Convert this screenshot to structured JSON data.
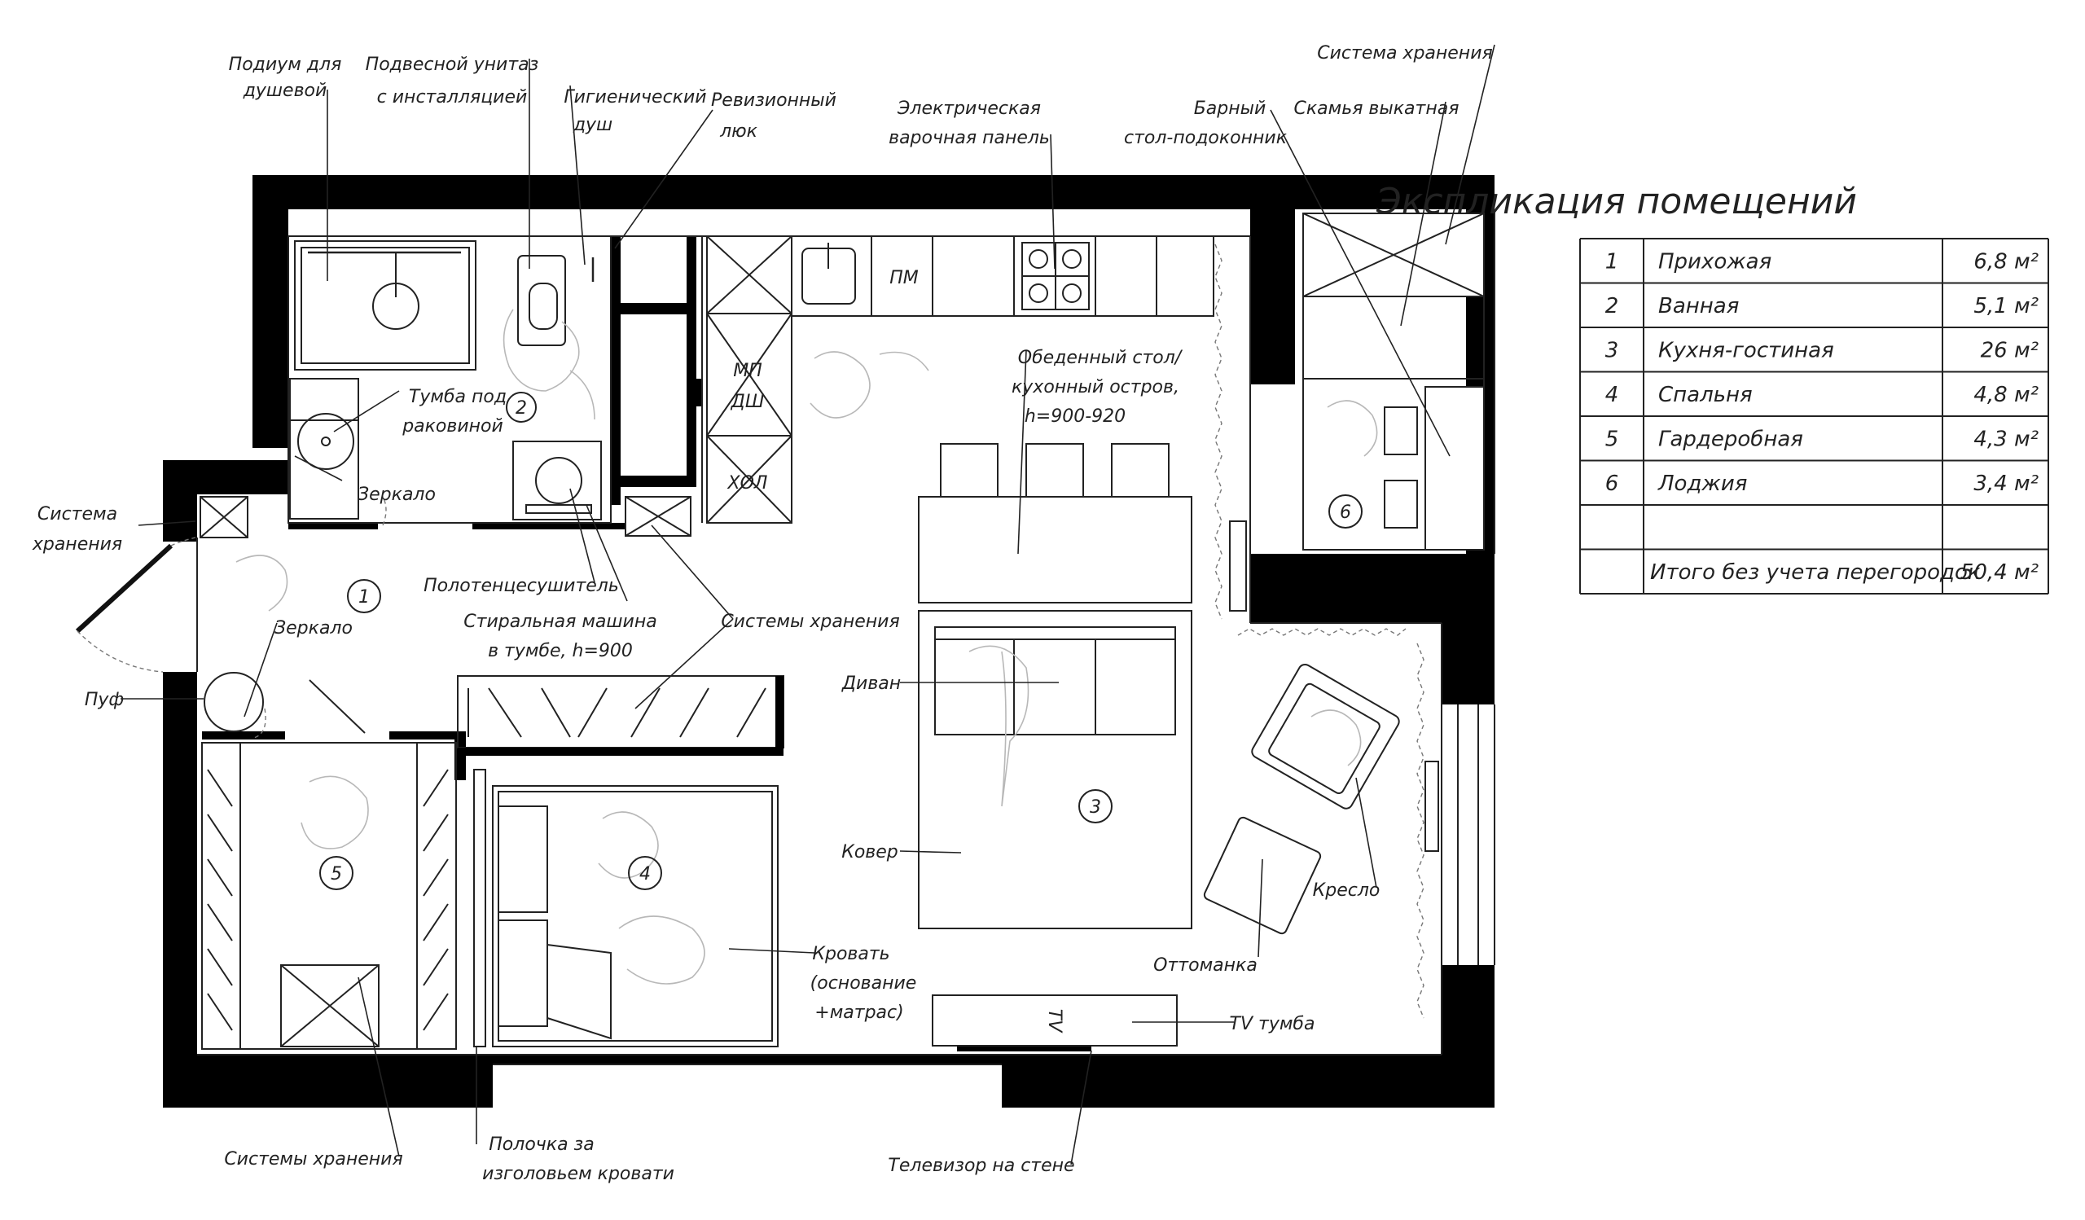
{
  "explication": {
    "title": "Экспликация помещений",
    "rows": [
      {
        "num": "1",
        "name": "Прихожая",
        "area": "6,8 м²"
      },
      {
        "num": "2",
        "name": "Ванная",
        "area": "5,1 м²"
      },
      {
        "num": "3",
        "name": "Кухня-гостиная",
        "area": "26 м²"
      },
      {
        "num": "4",
        "name": "Спальня",
        "area": "4,8 м²"
      },
      {
        "num": "5",
        "name": "Гардеробная",
        "area": "4,3 м²"
      },
      {
        "num": "6",
        "name": "Лоджия",
        "area": "3,4 м²"
      },
      {
        "num": "",
        "name": "",
        "area": ""
      }
    ],
    "total": {
      "name": "Итого без учета перегородок",
      "area": "50,4 м²"
    }
  },
  "rooms": [
    {
      "num": "1"
    },
    {
      "num": "2"
    },
    {
      "num": "3"
    },
    {
      "num": "4"
    },
    {
      "num": "5"
    },
    {
      "num": "6"
    }
  ],
  "labels": {
    "podium": [
      "Подиум для",
      "душевой"
    ],
    "toilet": [
      "Подвесной унитаз",
      "с инсталляцией"
    ],
    "hyg_shower": [
      "Гигиенический",
      "душ"
    ],
    "revision": [
      "Ревизионный",
      "люк"
    ],
    "hob": [
      "Электрическая",
      "варочная панель"
    ],
    "bar": [
      "Барный",
      "стол-подоконник"
    ],
    "bench": "Скамья выкатная",
    "storage_top": "Система хранения",
    "vanity": [
      "Тумба под",
      "раковиной"
    ],
    "mirror_bath": "Зеркало",
    "dining": [
      "Обеденный стол/",
      "кухонный остров,",
      "h=900-920"
    ],
    "storage_left": [
      "Система",
      "хранения"
    ],
    "towel": "Полотенцесушитель",
    "washer": [
      "Стиральная машина",
      "в тумбе, h=900"
    ],
    "storage_mid": "Системы хранения",
    "mirror_hall": "Зеркало",
    "pouf": "Пуф",
    "sofa": "Диван",
    "carpet": "Ковер",
    "bed": [
      "Кровать",
      "(основание",
      "+матрас)"
    ],
    "ottoman": "Оттоманка",
    "armchair": "Кресло",
    "tv_stand": "TV тумба",
    "storage_bottom": "Системы хранения",
    "shelf": [
      "Полочка за",
      "изголовьем кровати"
    ],
    "tv_wall": "Телевизор на стене",
    "kitchen_pm": "ПМ",
    "kitchen_mp": "МП",
    "kitchen_dsh": "ДШ",
    "kitchen_hol": "ХОЛ",
    "tv_mark": "TV"
  }
}
